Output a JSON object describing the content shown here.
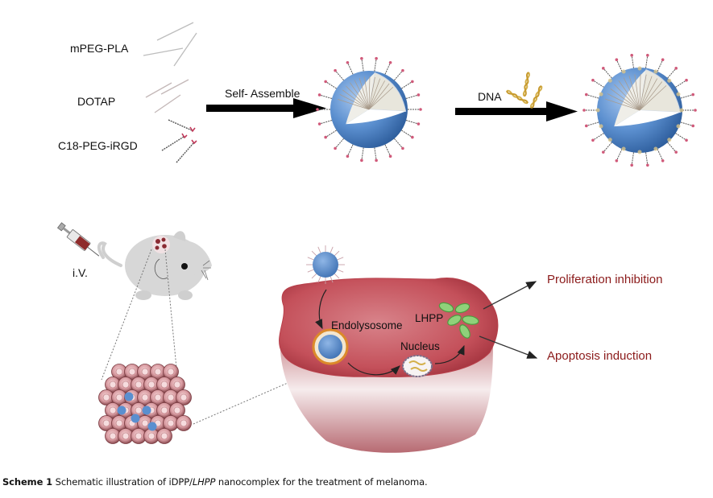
{
  "components": {
    "mpeg_pla": "mPEG-PLA",
    "dotap": "DOTAP",
    "c18_peg_irgd": "C18-PEG-iRGD"
  },
  "steps": {
    "self_assemble": "Self- Assemble",
    "dna": "DNA"
  },
  "mouse": {
    "route": "i.V."
  },
  "cell": {
    "endolysosome": "Endolysosome",
    "lhpp": "LHPP",
    "nucleus": "Nucleus"
  },
  "outcomes": {
    "proliferation": "Proliferation inhibition",
    "apoptosis": "Apoptosis induction"
  },
  "caption": {
    "label": "Scheme 1",
    "text_before": " Schematic illustration of iDPP/",
    "italic": "LHPP",
    "text_after": " nanocomplex for the treatment of melanoma."
  },
  "colors": {
    "nanoparticle_blue": "#5b8fcf",
    "cell_red": "#c8505a",
    "outcome_text": "#8b1a1a",
    "lhpp_green": "#7fc96b",
    "dna_gold": "#d4b04a"
  }
}
